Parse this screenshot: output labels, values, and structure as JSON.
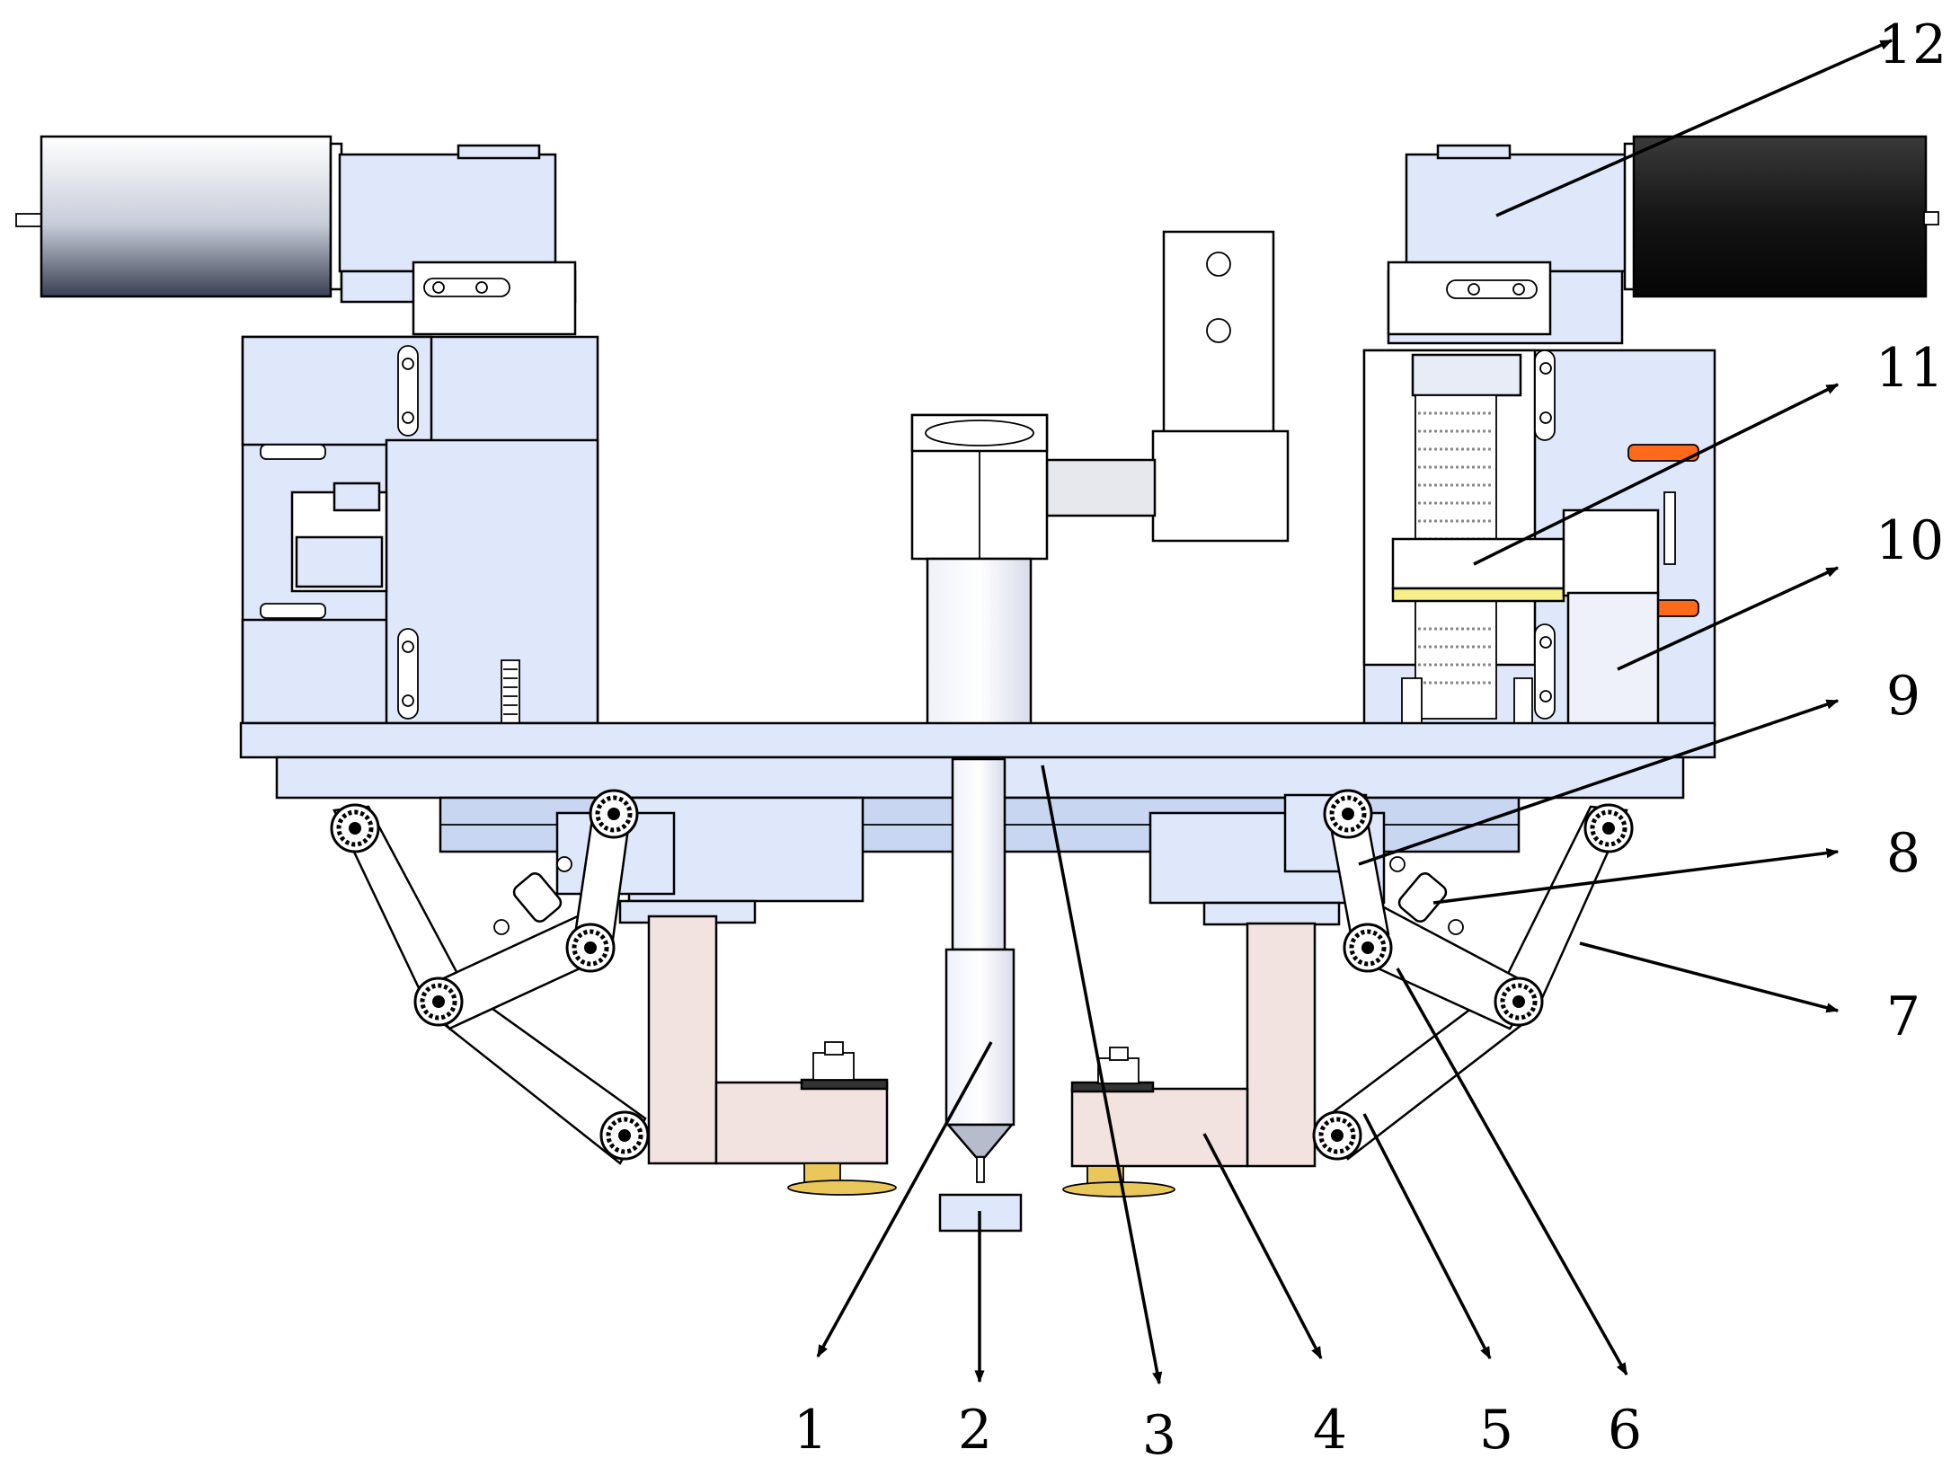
{
  "labels": [
    "1",
    "2",
    "3",
    "4",
    "5",
    "6",
    "7",
    "8",
    "9",
    "10",
    "11",
    "12"
  ],
  "colors": {
    "frame_blue": "#dfe8fb",
    "frame_blue_dark": "#c9d6f2",
    "leg_pink": "#f2e3e1",
    "motor_black": "#151515",
    "spring_orange": "#ff6a1a",
    "washer_gold": "#e9c75a",
    "yellow_strip": "#f7f08a"
  }
}
